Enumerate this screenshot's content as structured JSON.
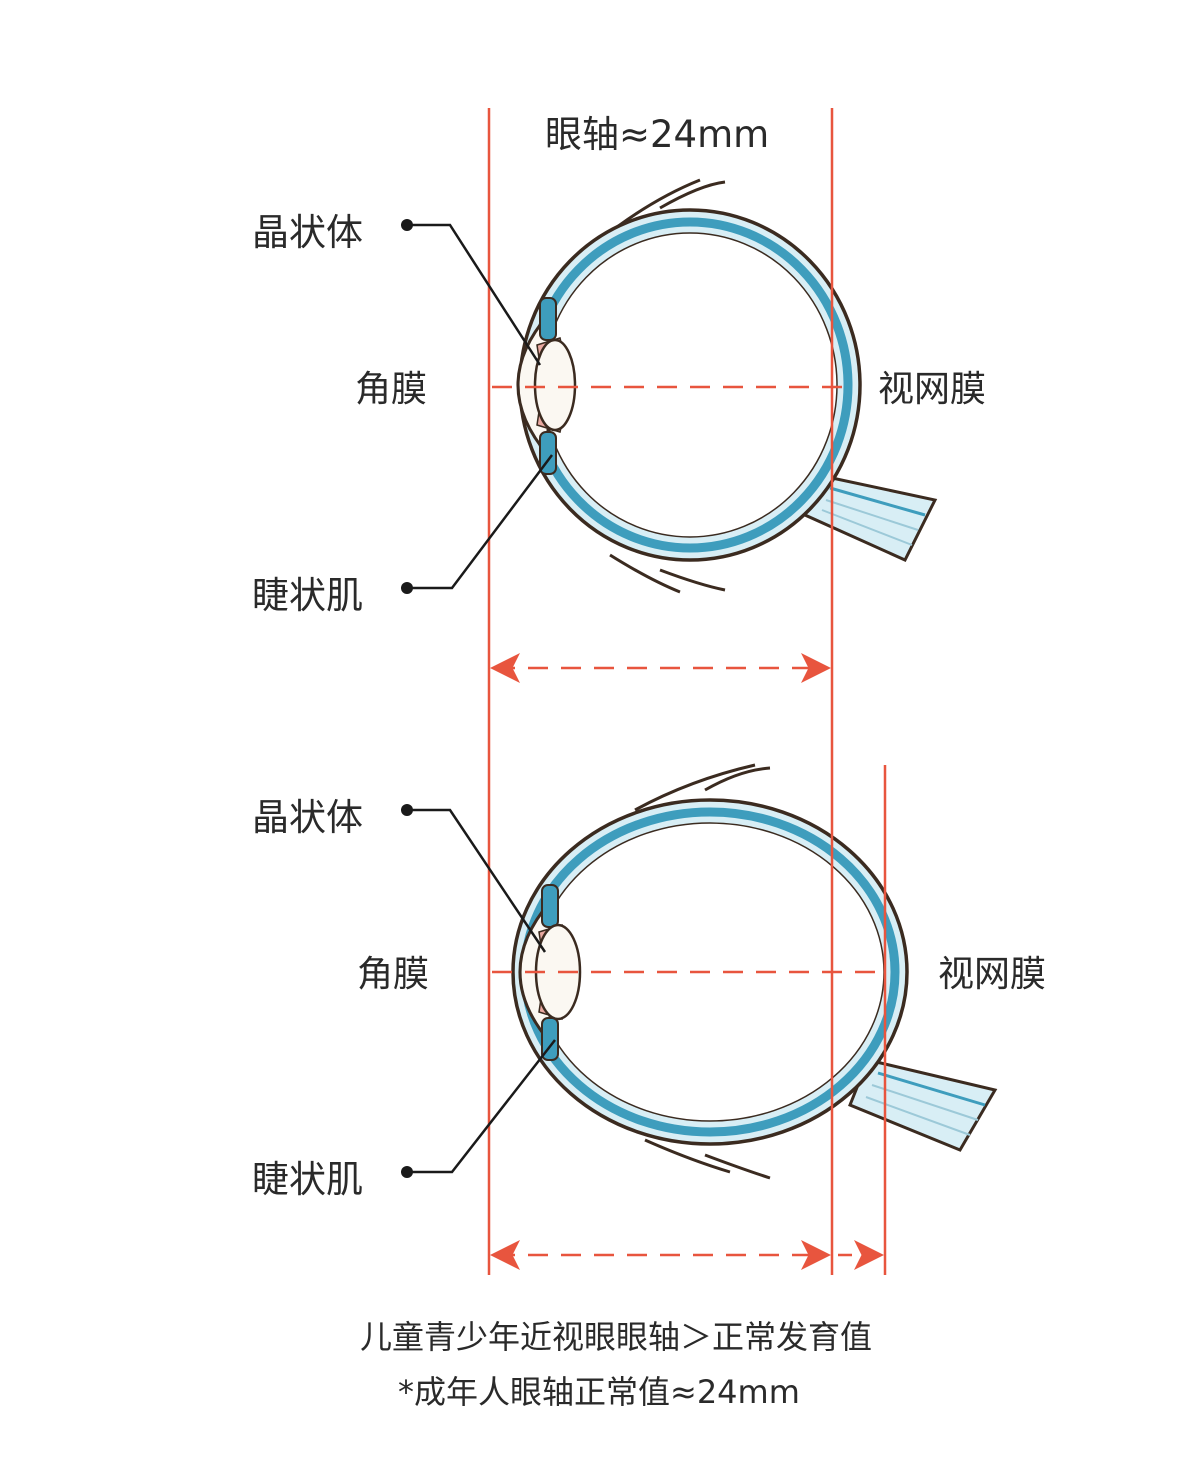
{
  "axis_length_label": "眼轴≈24mm",
  "normal_eye": {
    "lens_label": "晶状体",
    "cornea_label": "角膜",
    "retina_label": "视网膜",
    "ciliary_label": "睫状肌"
  },
  "myopic_eye": {
    "lens_label": "晶状体",
    "cornea_label": "角膜",
    "retina_label": "视网膜",
    "ciliary_label": "睫状肌"
  },
  "caption": {
    "line1": "儿童青少年近视眼眼轴＞正常发育值",
    "line2": "*成年人眼轴正常值≈24mm"
  },
  "colors": {
    "guide_line": "#e8553e",
    "sclera_outline": "#3b2b20",
    "choroid": "#3e9dbd",
    "eye_fill_light": "#d8eef5",
    "lens_fill": "#fbf8f2",
    "ciliary_pink": "#e9a9a0",
    "text": "#2a2a2a"
  }
}
